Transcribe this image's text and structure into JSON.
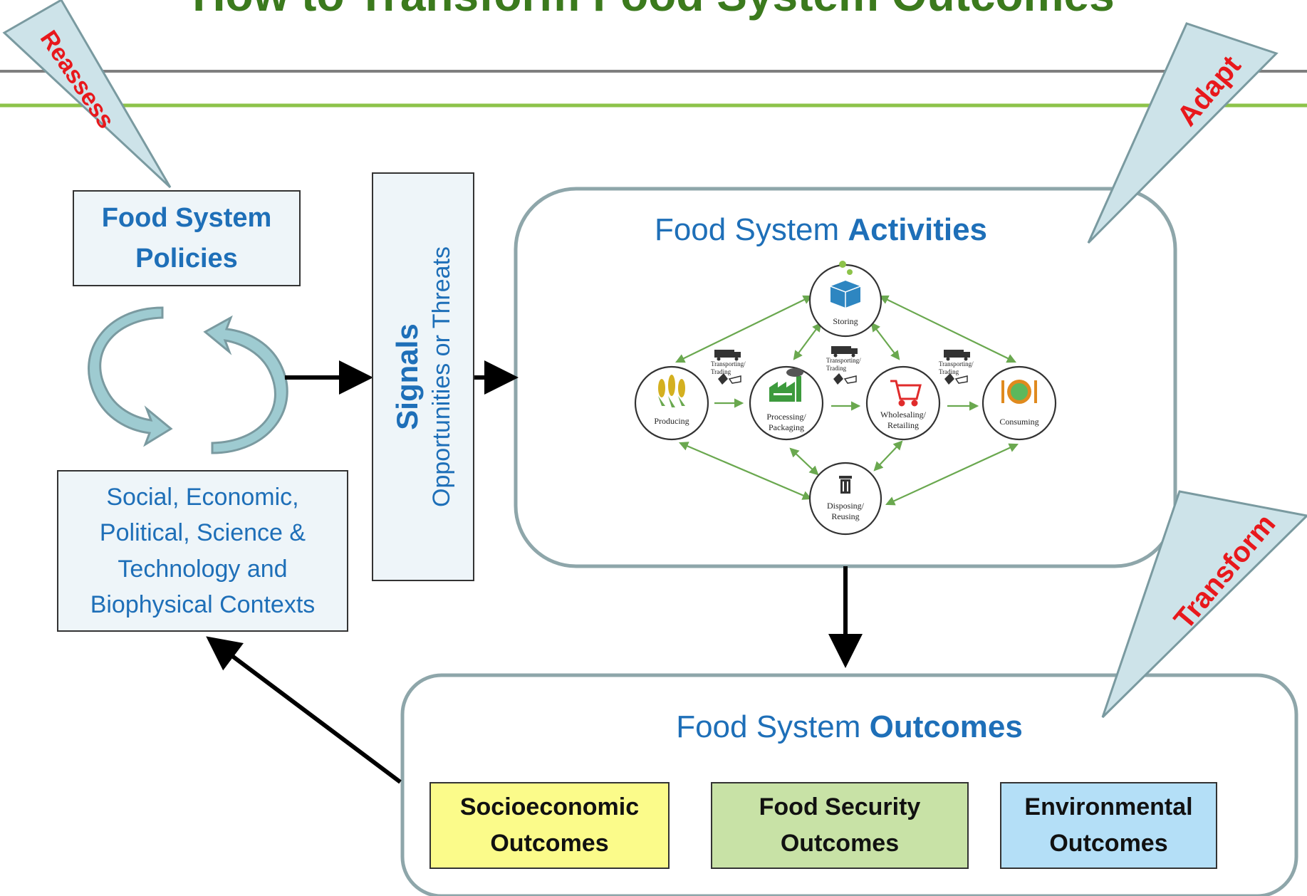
{
  "title": "How to Transform Food System Outcomes",
  "policies": {
    "line1": "Food System",
    "line2": "Policies"
  },
  "contexts": {
    "text": "Social, Economic, Political,  Science & Technology and Biophysical Contexts"
  },
  "signals": {
    "title": "Signals",
    "subtitle": "Opportunities or Threats"
  },
  "activities": {
    "title_prefix": "Food System ",
    "title_bold": "Activities",
    "nodes": {
      "storing": "Storing",
      "producing": "Producing",
      "processing_1": "Processing/",
      "processing_2": "Packaging",
      "wholesaling_1": "Wholesaling/",
      "wholesaling_2": "Retailing",
      "consuming": "Consuming",
      "disposing_1": "Disposing/",
      "disposing_2": "Reusing"
    },
    "transport_label_1": "Transporting/",
    "transport_label_2": "Trading"
  },
  "outcomes": {
    "title_prefix": "Food System ",
    "title_bold": "Outcomes",
    "socioeconomic_1": "Socioeconomic",
    "socioeconomic_2": "Outcomes",
    "food_security_1": "Food Security",
    "food_security_2": "Outcomes",
    "environmental_1": "Environmental",
    "environmental_2": "Outcomes"
  },
  "callouts": {
    "reassess": "Reassess",
    "adapt": "Adapt",
    "transform": "Transform"
  },
  "colors": {
    "title_green": "#3b7a1d",
    "text_blue": "#1e6fb8",
    "callout_red": "#e8181c",
    "callout_fill": "#cde3e9",
    "socioeconomic": "#fbfb8a",
    "food_security": "#c8e2a6",
    "environmental": "#b4dff7"
  }
}
